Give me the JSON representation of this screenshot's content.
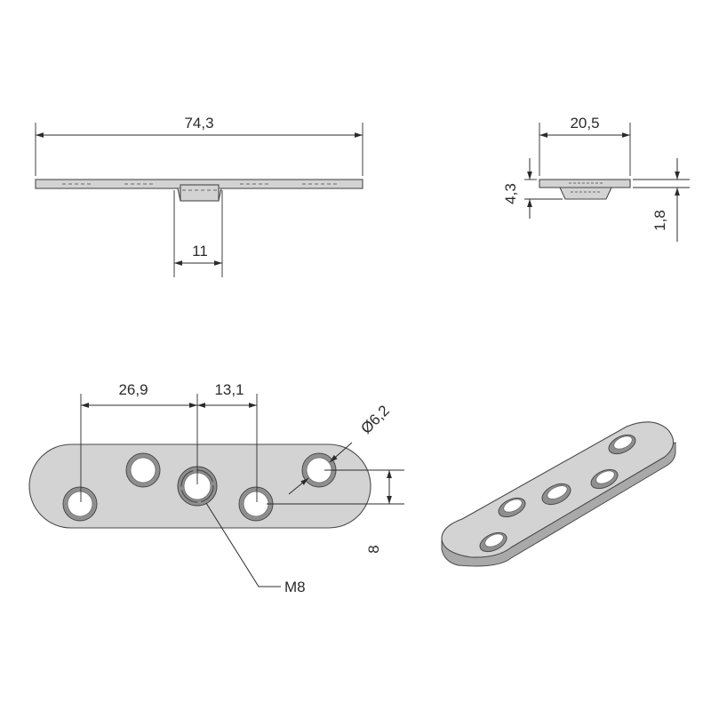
{
  "dimensions": {
    "total_length": "74,3",
    "boss_width": "11",
    "plate_width": "20,5",
    "total_height": "4,3",
    "plate_thickness": "1,8",
    "hole_pitch_outer": "26,9",
    "hole_pitch_inner": "13,1",
    "hole_diameter": "Ø6,2",
    "offset": "8",
    "thread": "M8"
  },
  "colors": {
    "line": "#2b2b2b",
    "part_fill": "#d3d3d3",
    "part_edge": "#4a4a4a"
  }
}
